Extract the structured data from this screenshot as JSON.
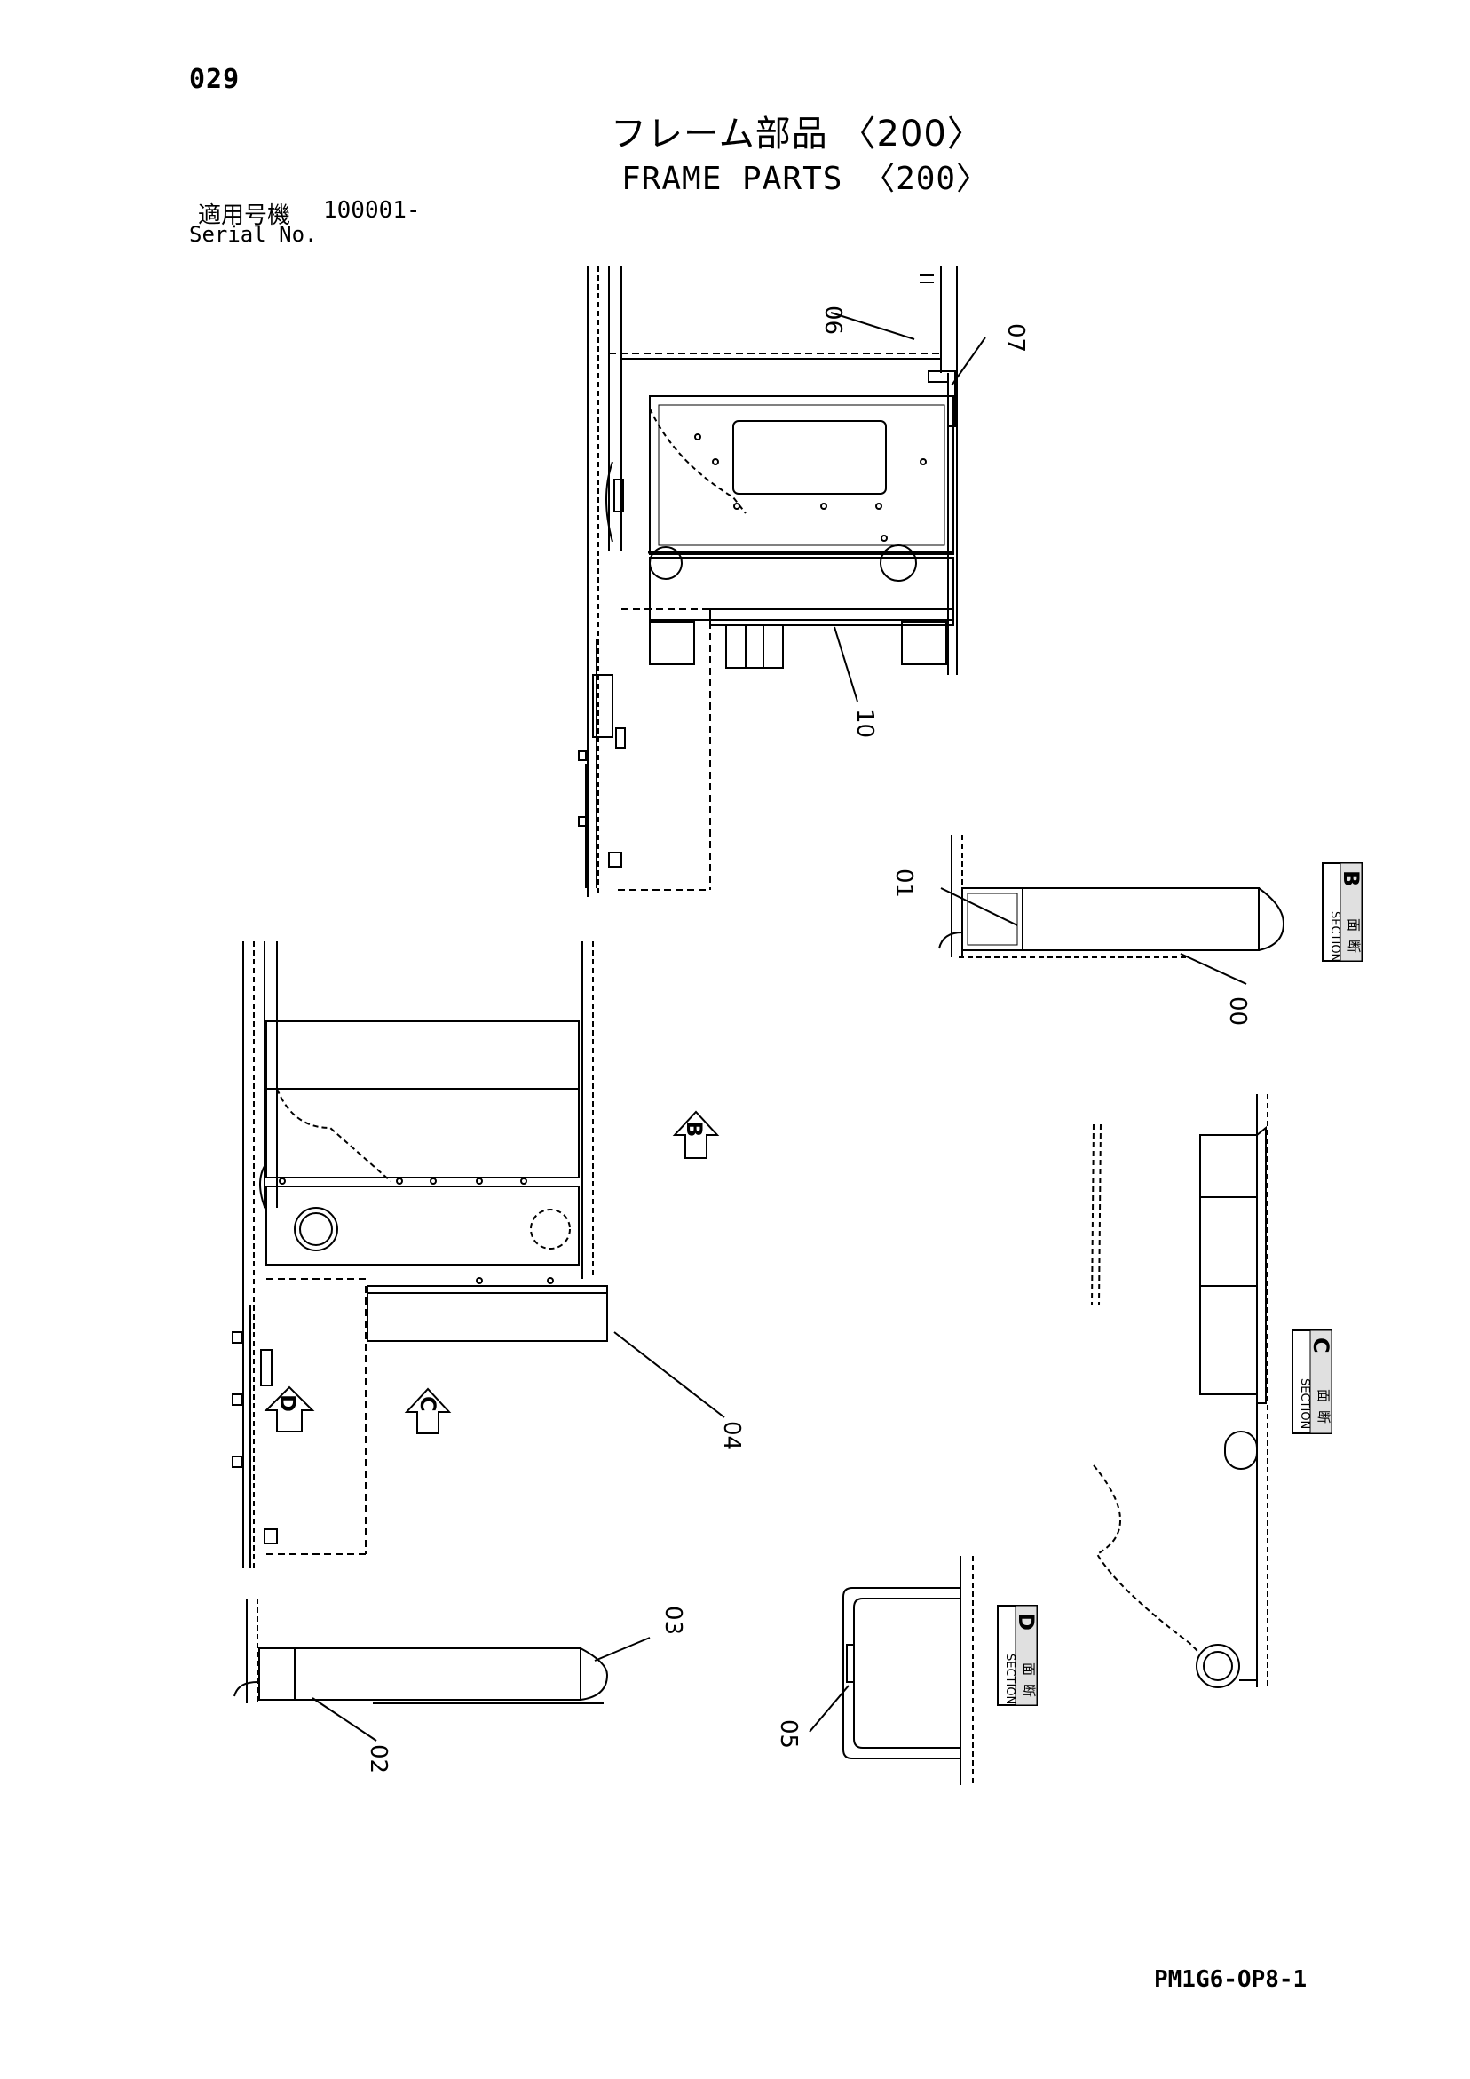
{
  "header": {
    "page_number": "029",
    "title_ja": "フレーム部品 〈200〉",
    "title_en": "FRAME PARTS 〈200〉",
    "serial_label_ja": "適用号機",
    "serial_value": "100001-",
    "serial_label_en": "Serial No."
  },
  "callouts": [
    "06",
    "07",
    "10",
    "01",
    "00",
    "04",
    "03",
    "02",
    "05"
  ],
  "view_markers": [
    "B",
    "C",
    "D"
  ],
  "sections": [
    {
      "kanji_1": "断",
      "kanji_2": "面",
      "word": "SECTION",
      "letter": "B"
    },
    {
      "kanji_1": "断",
      "kanji_2": "面",
      "word": "SECTION",
      "letter": "C"
    },
    {
      "kanji_1": "断",
      "kanji_2": "面",
      "word": "SECTION",
      "letter": "D"
    }
  ],
  "footer": {
    "doc_code": "PM1G6-OP8-1"
  }
}
